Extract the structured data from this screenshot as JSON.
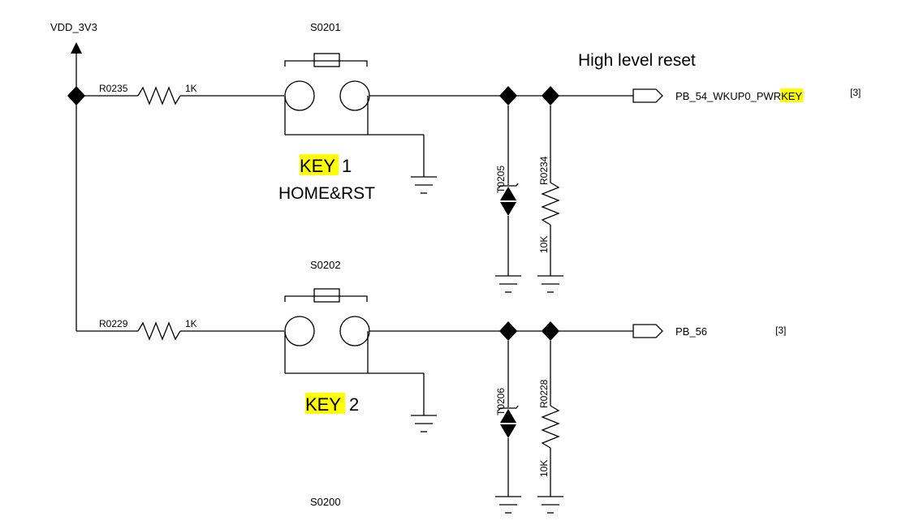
{
  "power_net": "VDD_3V3",
  "note": "High level reset",
  "switches": [
    {
      "ref": "S0201",
      "key_word": "KEY",
      "key_num": "1",
      "function": "HOME&RST"
    },
    {
      "ref": "S0202",
      "key_word": "KEY",
      "key_num": "2"
    }
  ],
  "extra_ref": "S0200",
  "resistors": {
    "r0235": {
      "ref": "R0235",
      "value": "1K"
    },
    "r0229": {
      "ref": "R0229",
      "value": "1K"
    },
    "r0234": {
      "ref": "R0234",
      "value": "10K"
    },
    "r0228": {
      "ref": "R0228",
      "value": "10K"
    }
  },
  "tvs": {
    "t0205": "T0205",
    "t0206": "T0206"
  },
  "ports": {
    "p1_prefix": "PB_54_WKUP0_PWR",
    "p1_highlight": "KEY",
    "p1_sheet": "[3]",
    "p2_name": "PB_56",
    "p2_sheet": "[3]"
  },
  "colors": {
    "wire": "#000000",
    "highlight": "#ffff00"
  }
}
